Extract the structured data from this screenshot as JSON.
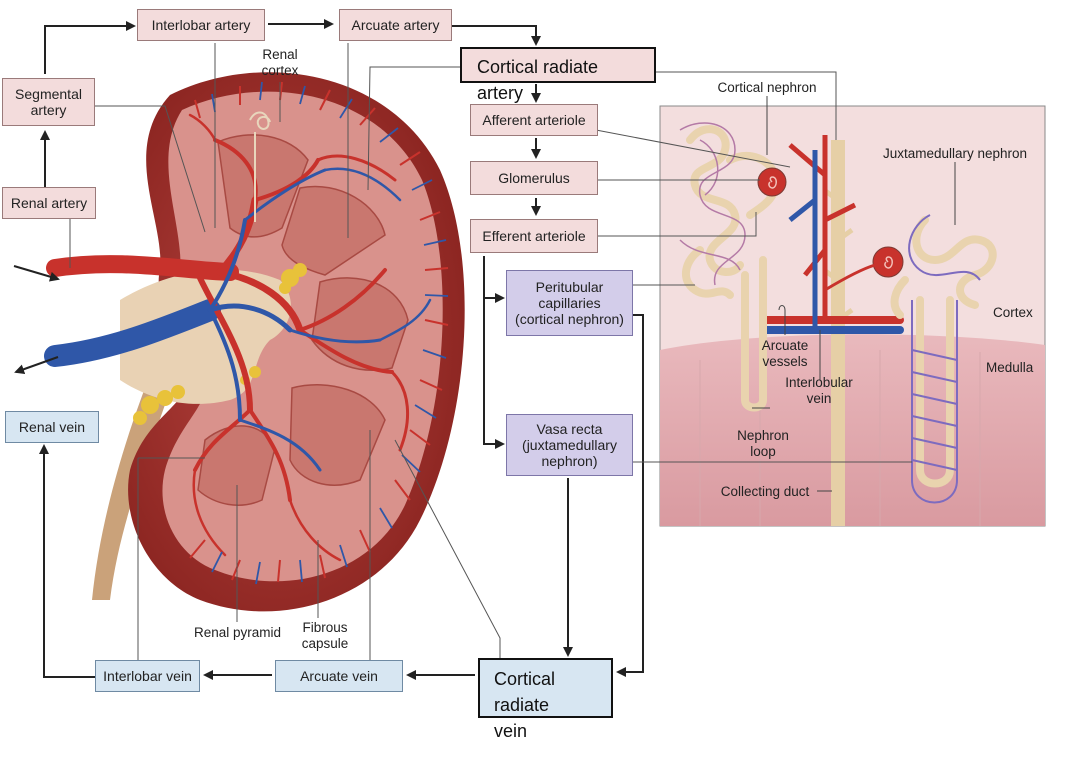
{
  "flow_boxes": {
    "segmental_artery": "Segmental\nartery",
    "interlobar_artery": "Interlobar artery",
    "arcuate_artery": "Arcuate artery",
    "cortical_radiate_artery": "Cortical radiate artery",
    "afferent_arteriole": "Afferent arteriole",
    "glomerulus": "Glomerulus",
    "efferent_arteriole": "Efferent arteriole",
    "peritubular": "Peritubular\ncapillaries\n(cortical nephron)",
    "vasa_recta": "Vasa recta\n(juxtamedullary\nnephron)",
    "renal_artery": "Renal artery",
    "renal_vein": "Renal vein",
    "interlobar_vein": "Interlobar vein",
    "arcuate_vein": "Arcuate vein",
    "cortical_radiate_vein": "Cortical\nradiate\nvein"
  },
  "kidney_labels": {
    "renal_cortex": "Renal\ncortex",
    "renal_pyramid": "Renal pyramid",
    "fibrous_capsule": "Fibrous\ncapsule"
  },
  "nephron_labels": {
    "cortical_nephron": "Cortical nephron",
    "juxtamedullary_nephron": "Juxtamedullary nephron",
    "cortex": "Cortex",
    "medulla": "Medulla",
    "arcuate_vessels": "Arcuate\nvessels",
    "interlobular_vein": "Interlobular\nvein",
    "nephron_loop": "Nephron\nloop",
    "collecting_duct": "Collecting duct"
  },
  "colors": {
    "artery": "#c8322c",
    "vein": "#2f57a8",
    "pink_box": "#f3dcdc",
    "purple_box": "#d3cdea",
    "blue_box": "#d7e6f2"
  }
}
